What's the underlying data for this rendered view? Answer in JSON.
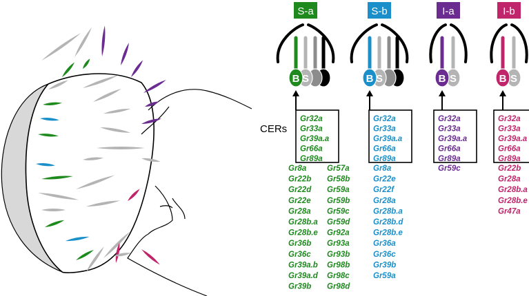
{
  "colors": {
    "green": "#1e8a1e",
    "blue": "#1a8fc9",
    "purple": "#6a2c91",
    "magenta": "#c0246b",
    "gray": "#b4b4b4",
    "dark_gray": "#8c8c8c",
    "black": "#000000"
  },
  "cers_label": "CERs",
  "types": [
    {
      "label": "S-a",
      "color": "#1e8a1e",
      "core": [
        "Gr32a",
        "Gr33a",
        "Gr39a.a",
        "Gr66a",
        "Gr89a"
      ],
      "extra_col1": [
        "Gr8a",
        "Gr22b",
        "Gr22d",
        "Gr22e",
        "Gr28a",
        "Gr28b.a",
        "Gr28b.e",
        "Gr36b",
        "Gr36c",
        "Gr39a.b",
        "Gr39a.d",
        "Gr39b"
      ],
      "extra_col2": [
        "Gr57a",
        "Gr58b",
        "Gr59a",
        "Gr59b",
        "Gr59c",
        "Gr59d",
        "Gr92a",
        "Gr93a",
        "Gr93b",
        "Gr98b",
        "Gr98c",
        "Gr98d"
      ]
    },
    {
      "label": "S-b",
      "color": "#1a8fc9",
      "core": [
        "Gr32a",
        "Gr33a",
        "Gr39a.a",
        "Gr66a",
        "Gr89a"
      ],
      "extra_col1": [
        "Gr8a",
        "Gr22e",
        "Gr22f",
        "Gr28a",
        "Gr28b.a",
        "Gr28b.d",
        "Gr28b.e",
        "Gr36a",
        "Gr36c",
        "Gr39b",
        "Gr59a"
      ]
    },
    {
      "label": "I-a",
      "color": "#6a2c91",
      "core": [
        "Gr32a",
        "Gr33a",
        "Gr39a.a",
        "Gr66a",
        "Gr89a"
      ],
      "extra_col1": [
        "Gr59c"
      ]
    },
    {
      "label": "I-b",
      "color": "#c0246b",
      "core": [
        "Gr32a",
        "Gr33a",
        "Gr39a.a",
        "Gr66a",
        "Gr89a"
      ],
      "extra_col1": [
        "Gr22b",
        "Gr28a",
        "Gr28b.a",
        "Gr28b.e",
        "Gr47a"
      ]
    }
  ],
  "neuron_labels": {
    "bitter": "B",
    "sweet": "S"
  }
}
